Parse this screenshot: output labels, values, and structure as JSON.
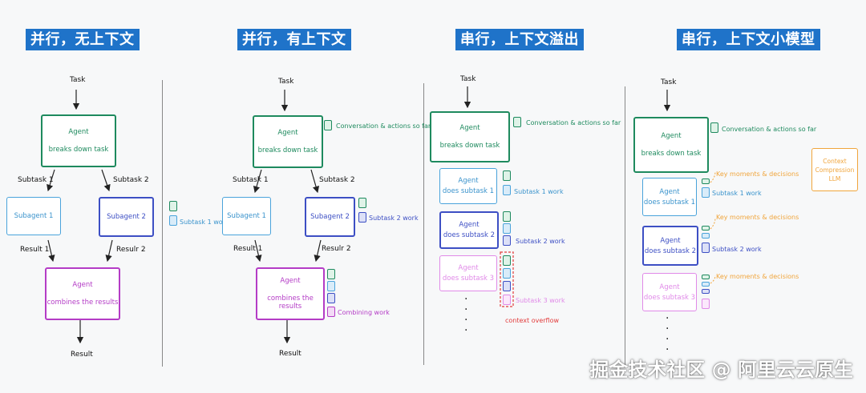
{
  "panels": [
    {
      "title": "并行，无上下文"
    },
    {
      "title": "并行，有上下文"
    },
    {
      "title": "串行，上下文溢出"
    },
    {
      "title": "串行，上下文小模型"
    }
  ],
  "labels": {
    "task": "Task",
    "result": "Result",
    "subtask1": "Subtask 1",
    "subtask2": "Subtask 2",
    "result1": "Result 1",
    "result2": "Resulr 2",
    "agent": "Agent",
    "breaks_down": "breaks down task",
    "subagent1": "Subagent 1",
    "subagent2": "Subagent 2",
    "combines": "combines the results",
    "conversation": "Conversation & actions so far",
    "subtask1_work": "Subtask 1 work",
    "subtask2_work": "Subtask 2 work",
    "subtask3_work": "Subtask 3 work",
    "combining_work": "Combining work",
    "does_subtask1": "does subtask 1",
    "does_subtask2": "does subtask 2",
    "does_subtask3": "does subtask 3",
    "context_overflow": "context overflow",
    "key_moments": "Key moments & decisions",
    "compression_l1": "Context",
    "compression_l2": "Compression",
    "compression_l3": "LLM"
  },
  "colors": {
    "title_bg": "#1f73c9",
    "agent": "#1e8a5e",
    "subtask1": "#4aa3db",
    "subtask2": "#3d4fc4",
    "combine": "#b43cc6",
    "subtask3": "#e08ae8",
    "overflow": "#e23b3b",
    "compression": "#f0a53c"
  },
  "watermark": "掘金技术社区 @ 阿里云云原生"
}
